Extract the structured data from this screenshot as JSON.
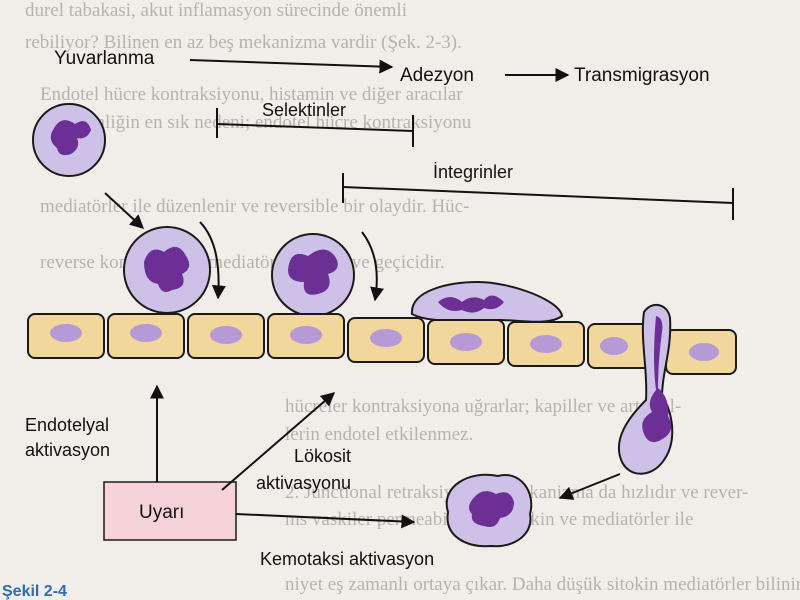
{
  "background_text": [
    "durel tabakasi, akut inflamasyon sürecinde önemli",
    "rebiliyor? Bilinen en az beş mekanizma vardir (Şek. 2-3).",
    "Endotel hücre kontraksiyonu, histamin ve diğer aracılar",
    "geçirgenliğin en sık nedeni; endotel hücre kontraksiyonu",
    "",
    "mediatörler ile düzenlenir ve reversible bir olaydir. Hüc-",
    "",
    "reverse kontraksiyon, mediatörlere bağlı ve geçicidir.",
    "",
    "",
    "",
    "hücreler kontraksiyona uğrarlar; kapiller ve arteriol-",
    "lerin endotel etkilenmez.",
    "2. Junctional retraksiyon; bu mekanizma da hızlıdır ve rever-",
    "ms vaskiler permeabilitedir; sitokin ve mediatörler ile",
    "niyet eş zamanlı ortaya çıkar. Daha düşük sitokin mediatörler bilinir"
  ],
  "labels": {
    "rolling": "Yuvarlanma",
    "adhesion": "Adezyon",
    "transmigration": "Transmigrasyon",
    "selectins": "Selektinler",
    "integrins": "İntegrinler",
    "endothelial_activation_line1": "Endotelyal",
    "endothelial_activation_line2": "aktivasyon",
    "leukocyte_activation_line1": "Lökosit",
    "leukocyte_activation_line2": "aktivasyonu",
    "stimulus": "Uyarı",
    "chemotaxis_activation": "Kemotaksi aktivasyon",
    "figure_label": "Şekil 2-4"
  },
  "colors": {
    "cell_membrane": "#cdc1e8",
    "cell_outline": "#1a1a1a",
    "nucleus": "#6b2f96",
    "endothelium": "#f2d79c",
    "endothelium_nucleus": "#b59ad6",
    "stimulus_box": "#f5d3d8",
    "figure_label": "#2a6db5"
  },
  "icons": [
    "neutrophil-cell-icon",
    "endothelial-cell-icon",
    "arrow-icon",
    "inhibition-bar-icon"
  ]
}
